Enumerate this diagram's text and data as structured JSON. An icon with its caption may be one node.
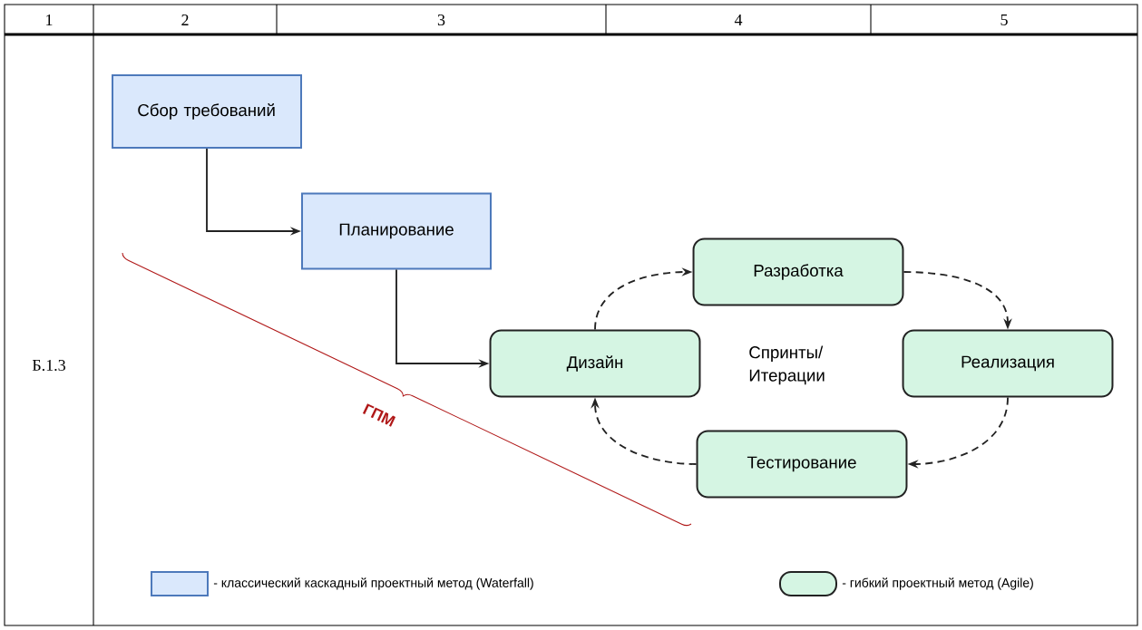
{
  "diagram": {
    "nodes": [
      {
        "text": [
          "Сбор требований"
        ]
      },
      {
        "text": [
          "Планирование"
        ]
      },
      {
        "text": [
          "Разработка"
        ]
      },
      {
        "text": [
          "Дизайн"
        ]
      },
      {
        "text": [
          "Реализация"
        ]
      },
      {
        "text": [
          "Тестирование"
        ]
      }
    ],
    "edges": [
      {
        "from": 0,
        "to": 1,
        "arrow": "to"
      },
      {
        "from": 1,
        "to": 3,
        "arrow": "to"
      },
      {
        "from": 3,
        "to": 2,
        "arrow": "to",
        "style": "dashed"
      },
      {
        "from": 2,
        "to": 4,
        "arrow": "to",
        "style": "dashed"
      },
      {
        "from": 4,
        "to": 5,
        "arrow": "to",
        "style": "dashed"
      },
      {
        "from": 5,
        "to": 3,
        "arrow": "to",
        "style": "dashed"
      }
    ],
    "labels": [
      "1",
      "2",
      "3",
      "4",
      "5",
      "Б.1.3",
      "Спринты/ Итерации",
      "ГПМ"
    ],
    "legend": [
      {
        "text": "- классический каскадный проектный метод (Waterfall)",
        "color": "#dae8fc"
      },
      {
        "text": "- гибкий проектный метод (Agile)",
        "color": "#d5f5e3"
      }
    ]
  }
}
